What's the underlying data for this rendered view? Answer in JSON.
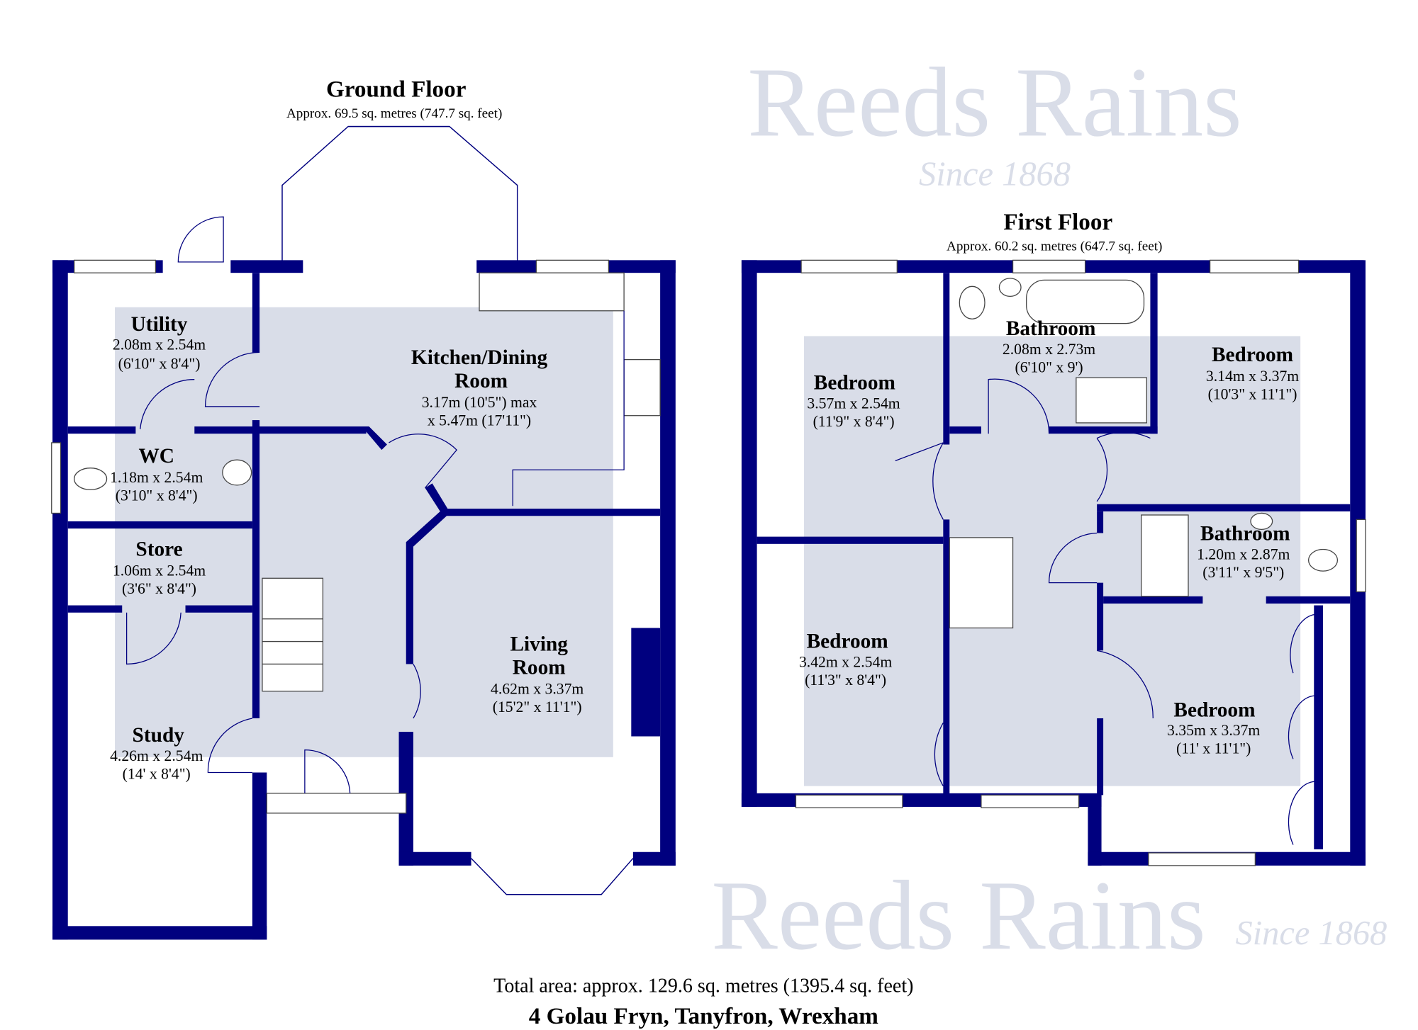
{
  "colors": {
    "wall": "#00007f",
    "watermark_bg": "#d9dde8"
  },
  "watermark": {
    "brand": "Reeds Rains",
    "tagline": "Since 1868"
  },
  "ground_floor": {
    "title": "Ground Floor",
    "area": "Approx. 69.5 sq. metres (747.7 sq. feet)",
    "rooms": [
      {
        "name": "Utility",
        "dim_m": "2.08m x 2.54m",
        "dim_ft": "(6'10\" x 8'4\")"
      },
      {
        "name": "Kitchen/Dining",
        "name2": "Room",
        "dim_m": "3.17m (10'5\") max",
        "dim_ft": "x 5.47m (17'11\")"
      },
      {
        "name": "WC",
        "dim_m": "1.18m x 2.54m",
        "dim_ft": "(3'10\" x 8'4\")"
      },
      {
        "name": "Store",
        "dim_m": "1.06m x 2.54m",
        "dim_ft": "(3'6\" x 8'4\")"
      },
      {
        "name": "Living",
        "name2": "Room",
        "dim_m": "4.62m x 3.37m",
        "dim_ft": "(15'2\" x 11'1\")"
      },
      {
        "name": "Study",
        "dim_m": "4.26m x 2.54m",
        "dim_ft": "(14' x 8'4\")"
      }
    ]
  },
  "first_floor": {
    "title": "First Floor",
    "area": "Approx. 60.2 sq. metres (647.7 sq. feet)",
    "rooms": [
      {
        "name": "Bathroom",
        "dim_m": "2.08m x 2.73m",
        "dim_ft": "(6'10\" x 9')"
      },
      {
        "name": "Bedroom",
        "dim_m": "3.57m x 2.54m",
        "dim_ft": "(11'9\" x 8'4\")"
      },
      {
        "name": "Bedroom",
        "dim_m": "3.14m x 3.37m",
        "dim_ft": "(10'3\" x 11'1\")"
      },
      {
        "name": "Bathroom",
        "dim_m": "1.20m x 2.87m",
        "dim_ft": "(3'11\" x 9'5\")"
      },
      {
        "name": "Bedroom",
        "dim_m": "3.42m x 2.54m",
        "dim_ft": "(11'3\" x 8'4\")"
      },
      {
        "name": "Bedroom",
        "dim_m": "3.35m x 3.37m",
        "dim_ft": "(11' x 11'1\")"
      }
    ]
  },
  "footer": {
    "total": "Total area: approx. 129.6 sq. metres (1395.4 sq. feet)",
    "address": "4 Golau Fryn, Tanyfron, Wrexham"
  }
}
